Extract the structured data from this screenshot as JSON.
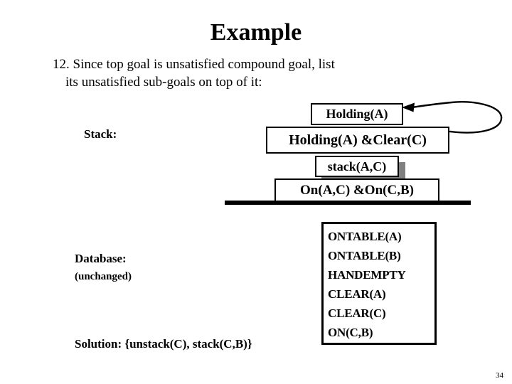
{
  "slide": {
    "title": "Example",
    "page_number": "34",
    "background_color": "#ffffff",
    "text_color": "#000000",
    "shadow_color": "#808080"
  },
  "body": {
    "line1": "12. Since top goal is unsatisfied compound goal, list",
    "line2": "its unsatisfied sub-goals on top of it:"
  },
  "labels": {
    "stack": "Stack:",
    "database": "Database:",
    "unchanged": "(unchanged)",
    "solution": "Solution: {unstack(C), stack(C,B)}"
  },
  "stack_diagram": {
    "items": [
      {
        "label": "Holding(A)",
        "shadow": false
      },
      {
        "label": "Holding(A) &Clear(C)",
        "shadow": false
      },
      {
        "label": "stack(A,C)",
        "shadow": true
      },
      {
        "label": "On(A,C) &On(C,B)",
        "shadow": false
      }
    ],
    "base_line": "table-base-line",
    "arrow": "curved-feedback-arrow"
  },
  "database": {
    "items": [
      "ONTABLE(A)",
      "ONTABLE(B)",
      "HANDEMPTY",
      "CLEAR(A)",
      "CLEAR(C)",
      "ON(C,B)"
    ]
  }
}
